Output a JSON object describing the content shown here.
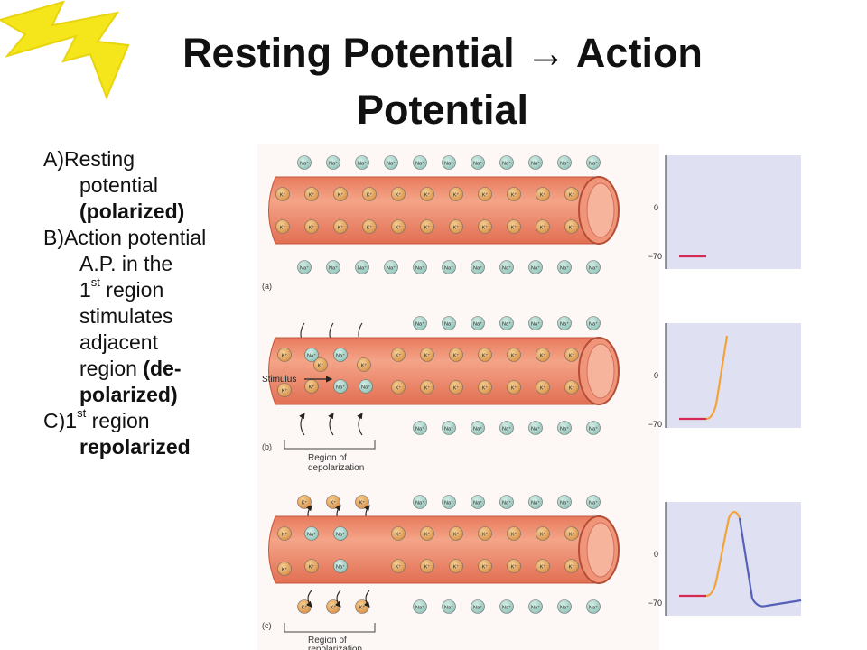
{
  "title": {
    "line1": "Resting Potential → Action",
    "line2": "Potential"
  },
  "outline": {
    "a_marker": "A)",
    "a_text": "Resting",
    "a_line2": "potential",
    "a_line3": "(polarized)",
    "b_marker": "B)",
    "b_text": "Action potential",
    "b_line2": "A.P. in the",
    "b_line3_num": "1",
    "b_line3_sup": "st",
    "b_line3_rest": " region",
    "b_line4": "stimulates",
    "b_line5": "adjacent",
    "b_line6_plain": "region ",
    "b_line6_bold": "(de-",
    "b_line7": "polarized)",
    "c_marker": "C)",
    "c_num": "1",
    "c_sup": "st",
    "c_rest": " region",
    "c_line2": "repolarized"
  },
  "figure": {
    "ion_na": "Na⁺",
    "ion_k": "K⁺",
    "panel_a_label": "(a)",
    "panel_b_label": "(b)",
    "panel_c_label": "(c)",
    "stimulus_label": "Stimulus",
    "depol_line1": "Region of",
    "depol_line2": "depolarization",
    "repol_line1": "Region of",
    "repol_line2": "repolarization",
    "tick_zero": "0",
    "tick_minus70": "−70"
  },
  "colors": {
    "axon": "#f08a6a",
    "na_ion": "#9fcfc4",
    "k_ion": "#e6a55a",
    "graph_bg": "#dfe0f2",
    "resting_line": "#d42a55",
    "depol_line": "#f2a33a",
    "repol_line": "#5560b8",
    "bolt": "#f5e61c"
  }
}
